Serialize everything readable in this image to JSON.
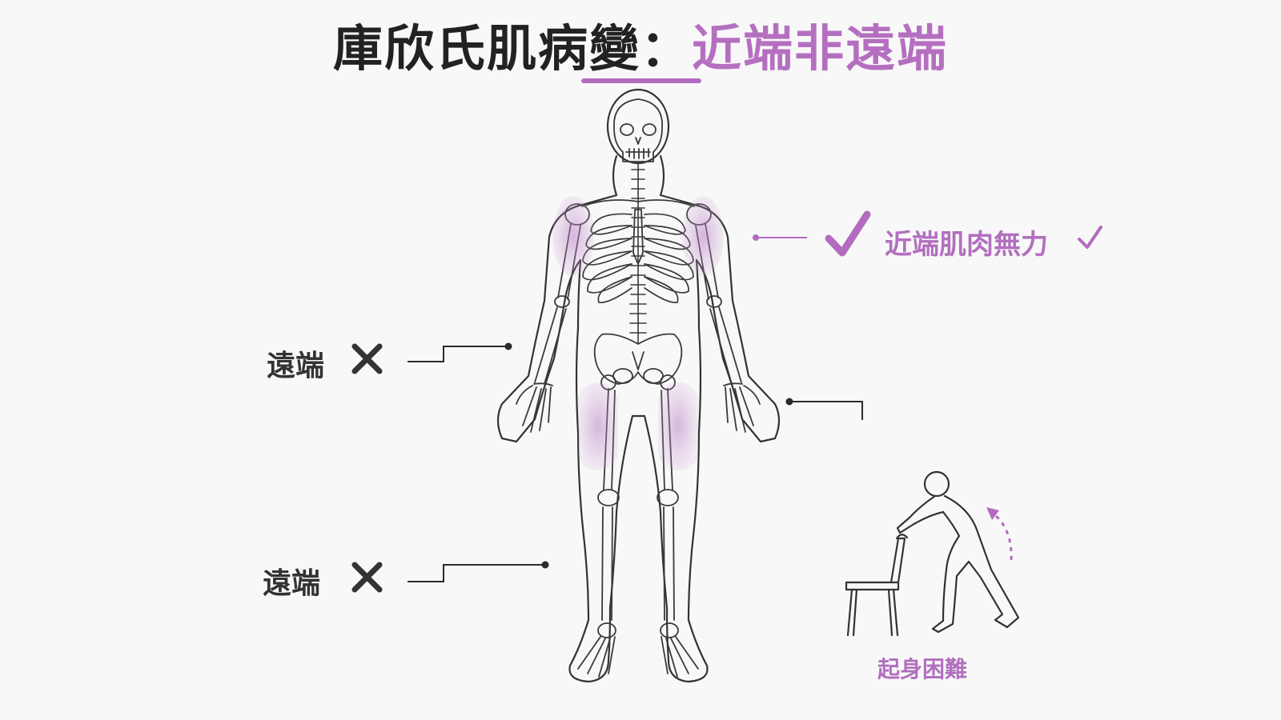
{
  "title": {
    "main": "庫欣氏肌病變：",
    "highlight": "近端非遠端"
  },
  "labels": {
    "proximal": "近端肌肉無力",
    "distal_upper": "遠端",
    "distal_lower": "遠端",
    "rising": "起身困難"
  },
  "icons": {
    "proximal_check_large": "check-icon",
    "proximal_check_small": "check-icon",
    "distal_upper_mark": "cross-icon",
    "distal_lower_mark": "cross-icon"
  },
  "colors": {
    "accent": "#b36bbf",
    "highlight_fill": "#c89ad0",
    "text_dark": "#222222",
    "line": "#2b2b2b"
  }
}
